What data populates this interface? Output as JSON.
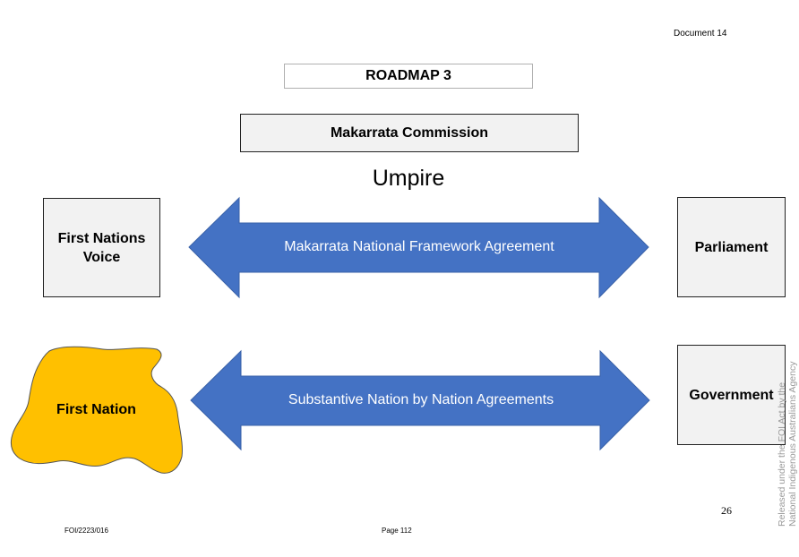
{
  "header": {
    "document_number": "Document 14"
  },
  "roadmap": {
    "title": "ROADMAP 3"
  },
  "diagram": {
    "commission": "Makarrata Commission",
    "umpire": "Umpire",
    "first_nations_voice": [
      "First Nations",
      "Voice"
    ],
    "parliament": "Parliament",
    "first_nation": "First Nation",
    "government": "Government",
    "arrow_top": "Makarrata National Framework Agreement",
    "arrow_bottom": "Substantive Nation by Nation Agreements",
    "colors": {
      "arrow": "#4472c4",
      "first_nation_shape": "#ffc000",
      "box_fill": "#f2f2f2"
    }
  },
  "watermark": {
    "line1": "Released under the FOI Act by the",
    "line2": "National Indigenous Australians Agency"
  },
  "footer": {
    "foi_reference": "FOI/2223/016",
    "page_label": "Page 112",
    "page_number": "26"
  }
}
